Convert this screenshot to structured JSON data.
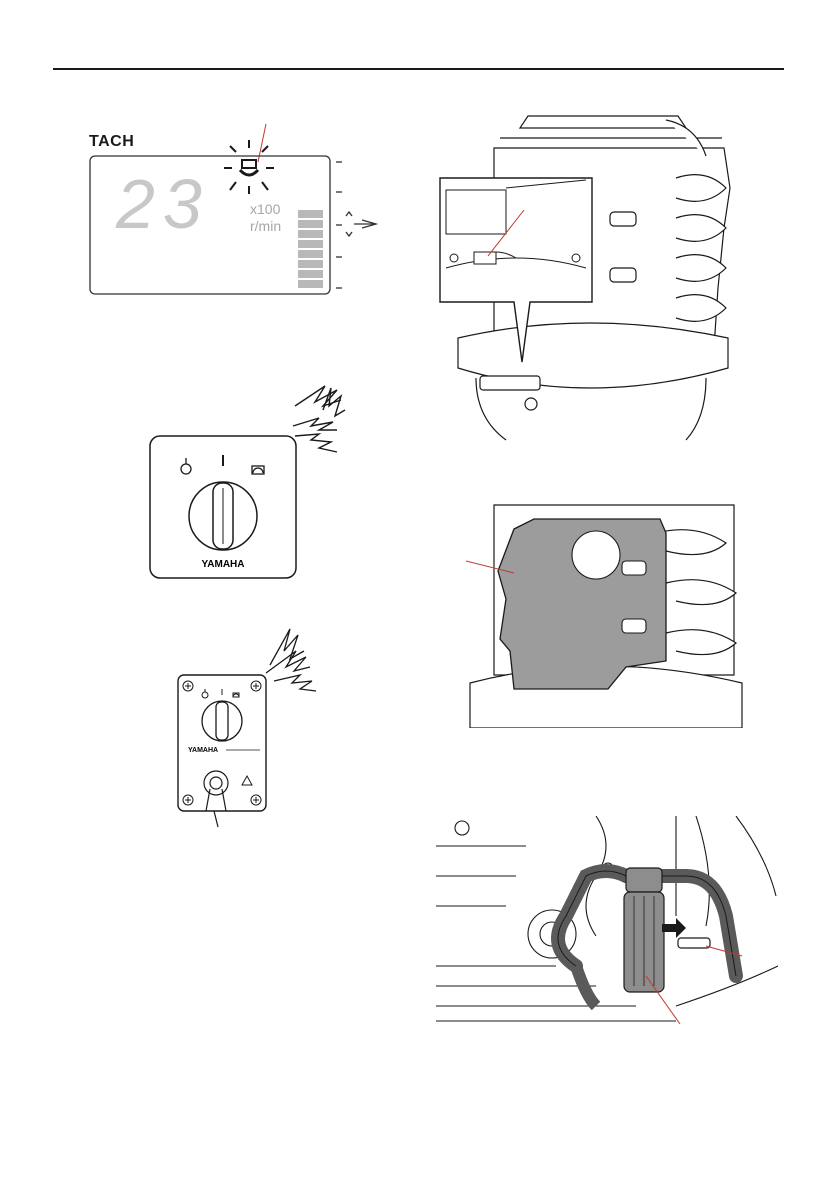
{
  "gauge": {
    "title": "TACH",
    "reading": "23",
    "multiplier": "x100",
    "unit": "r/min"
  },
  "key_switch": {
    "brand": "YAMAHA"
  },
  "engine_stop_panel": {
    "brand": "YAMAHA"
  }
}
